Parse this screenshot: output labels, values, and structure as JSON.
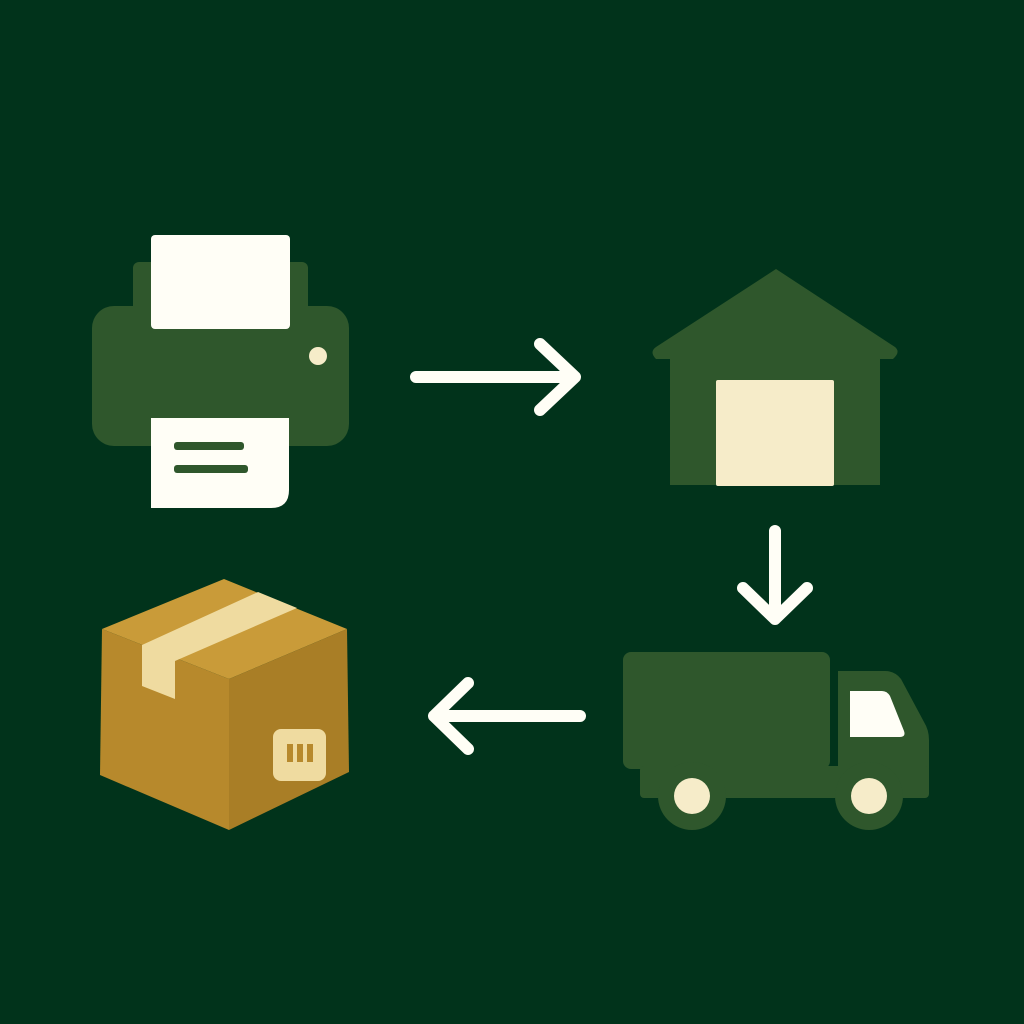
{
  "colors": {
    "background": "#01331b",
    "icon_green": "#2f572c",
    "paper": "#fffef6",
    "cream": "#f6ecc9",
    "box_front": "#b7892c",
    "box_top": "#c99b39",
    "box_side": "#a97e26",
    "box_tape": "#efdba0",
    "arrow": "#fffef6",
    "wheel_hub": "#f6ecc9"
  },
  "nodes": [
    {
      "id": "printer",
      "icon": "printer-icon"
    },
    {
      "id": "warehouse",
      "icon": "warehouse-icon"
    },
    {
      "id": "truck",
      "icon": "delivery-truck-icon"
    },
    {
      "id": "package",
      "icon": "package-box-icon"
    }
  ],
  "edges": [
    {
      "from": "printer",
      "to": "warehouse",
      "direction": "right"
    },
    {
      "from": "warehouse",
      "to": "truck",
      "direction": "down"
    },
    {
      "from": "truck",
      "to": "package",
      "direction": "left"
    }
  ]
}
